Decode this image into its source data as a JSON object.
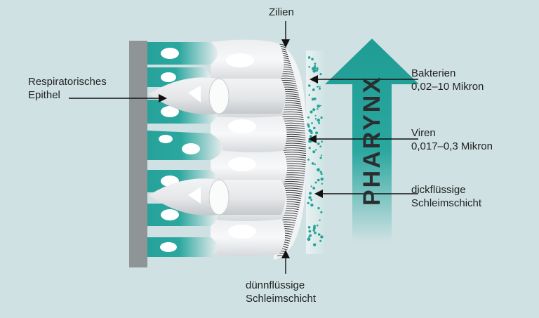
{
  "labels": {
    "zilien": "Zilien",
    "epithel": "Respiratorisches\nEpithel",
    "bakterien": "Bakterien\n0,02–10 Mikron",
    "viren": "Viren\n0,017–0,3 Mikron",
    "dickfluessig": "dickflüssige\nSchleimschicht",
    "duennfluessig": "dünnflüssige\nSchleimschicht",
    "pharynx": "PHARYNX"
  },
  "colors": {
    "background": "#cfe1e3",
    "teal": "#26a29a",
    "cell_grey": "#dcdfe1",
    "basement": "#8f9496",
    "cilia": "#3a3d40",
    "arrow_line": "#111111"
  }
}
